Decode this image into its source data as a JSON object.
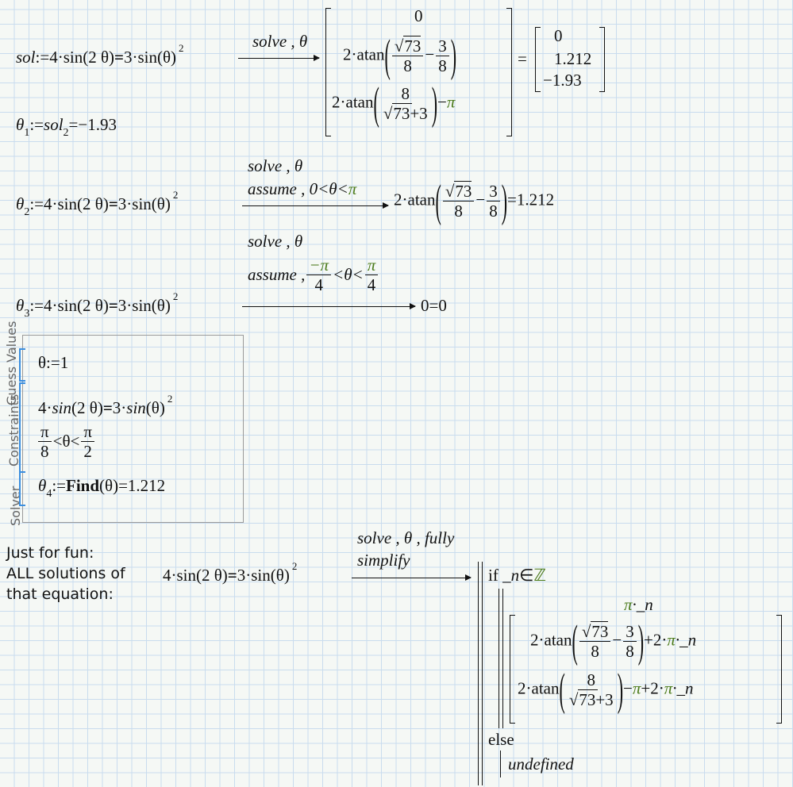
{
  "row1": {
    "lhs_var": "sol",
    "assign": ":=",
    "expr_a": "4·sin(2 θ)",
    "eq_bold": "=",
    "expr_b": "3·sin(θ)",
    "exp": "2",
    "keyword": "solve , θ",
    "m0": "0",
    "m1_prefix": "2·atan",
    "sqrt73": "73",
    "den8": "8",
    "num3": "3",
    "minus": "−",
    "m2_prefix": "2·atan",
    "num8": "8",
    "plus3": "+3",
    "minus_pi": "−",
    "pi": "π",
    "equals": "=",
    "results": [
      "0",
      "1.212",
      "−1.93"
    ]
  },
  "row1b": {
    "var": "θ",
    "sub": "1",
    "assign": ":=",
    "rhs": "sol",
    "rhs_sub": "2",
    "result": "=−1.93"
  },
  "row2": {
    "var": "θ",
    "sub": "2",
    "assign": ":=",
    "expr_a": "4·sin(2 θ)",
    "eq_bold": "=",
    "expr_b": "3·sin(θ)",
    "exp": "2",
    "kw1": "solve , θ",
    "kw2": "assume , 0<θ<",
    "kw2_pi": "π",
    "res_prefix": "2·atan",
    "sqrt73": "73",
    "den8": "8",
    "num3": "3",
    "minus": "−",
    "result": "=1.212"
  },
  "row3": {
    "var": "θ",
    "sub": "3",
    "assign": ":=",
    "expr_a": "4·sin(2 θ)",
    "eq_bold": "=",
    "expr_b": "3·sin(θ)",
    "exp": "2",
    "kw1": "solve , θ",
    "kw2": "assume ,",
    "neg_pi": "−π",
    "four": "4",
    "mid": "<θ<",
    "pi": "π",
    "four2": "4",
    "result": "0=0"
  },
  "solver": {
    "side_labels": [
      "Solver",
      "Constraints",
      "Guess Values"
    ],
    "guess": "θ:=1",
    "constraint1_a": "4·",
    "sin": "sin",
    "constraint1_b": "(2 θ)",
    "eq_bold": "=",
    "constraint1_c": "3·",
    "sin2": "sin",
    "constraint1_d": "(θ)",
    "exp": "2",
    "c2_pi": "π",
    "c2_8": "8",
    "c2_mid": "<θ<",
    "c2_pi2": "π",
    "c2_2": "2",
    "find_var": "θ",
    "find_sub": "4",
    "find_assign": ":=",
    "find_fn": "Find",
    "find_arg": "(θ)",
    "find_result": "=1.212"
  },
  "fun": {
    "text": [
      "Just for fun:",
      "ALL solutions of",
      "that equation:"
    ],
    "expr_a": "4·sin(2 θ)",
    "eq_bold": "=",
    "expr_b": "3·sin(θ)",
    "exp": "2",
    "kw1": "solve , θ , fully",
    "kw2": "simplify",
    "if_kw": "if",
    "cond_n": "_n",
    "cond_in": "∈",
    "cond_Z": "ℤ",
    "m0_pi": "π",
    "m0_rest": "·_n",
    "m1_prefix": "2·atan",
    "sqrt73": "73",
    "den8": "8",
    "num3": "3",
    "minus": "−",
    "m1_suffix": "+2·",
    "m1_pi": "π",
    "m1_n": "·_n",
    "m2_prefix": "2·atan",
    "num8": "8",
    "plus3": "+3",
    "m2_minus": "−",
    "m2_pi": "π",
    "m2_plus": "+2·",
    "m2_pi2": "π",
    "m2_n": "·_n",
    "else_kw": "else",
    "undefined": "undefined"
  }
}
